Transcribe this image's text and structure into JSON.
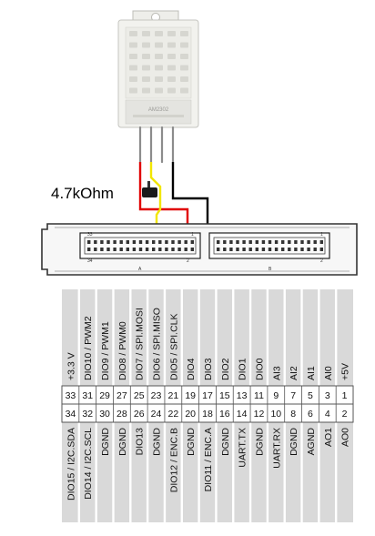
{
  "resistor_label": "4.7kOhm",
  "sensor_model_text": "AM2302",
  "connector": {
    "left_label": "A",
    "right_label": "B",
    "left_top_pin": "33",
    "left_bottom_pin": "34",
    "left_top_end": "1",
    "left_bottom_end": "2",
    "right_top_pin": "1",
    "right_bottom_pin": "2"
  },
  "pins": [
    {
      "odd": "33",
      "even": "34",
      "odd_label": "+3.3 V",
      "even_label": "DIO15 / I2C.SDA"
    },
    {
      "odd": "31",
      "even": "32",
      "odd_label": "DIO10 / PWM2",
      "even_label": "DIO14 / I2C.SCL"
    },
    {
      "odd": "29",
      "even": "30",
      "odd_label": "DIO9 / PWM1",
      "even_label": "DGND"
    },
    {
      "odd": "27",
      "even": "28",
      "odd_label": "DIO8 / PWM0",
      "even_label": "DGND"
    },
    {
      "odd": "25",
      "even": "26",
      "odd_label": "DIO7 / SPI.MOSI",
      "even_label": "DIO13"
    },
    {
      "odd": "23",
      "even": "24",
      "odd_label": "DIO6 / SPI.MISO",
      "even_label": "DGND"
    },
    {
      "odd": "21",
      "even": "22",
      "odd_label": "DIO5 / SPI.CLK",
      "even_label": "DIO12 / ENC.B"
    },
    {
      "odd": "19",
      "even": "20",
      "odd_label": "DIO4",
      "even_label": "DGND"
    },
    {
      "odd": "17",
      "even": "18",
      "odd_label": "DIO3",
      "even_label": "DIO11 / ENC.A"
    },
    {
      "odd": "15",
      "even": "16",
      "odd_label": "DIO2",
      "even_label": "DGND"
    },
    {
      "odd": "13",
      "even": "14",
      "odd_label": "DIO1",
      "even_label": "UART.TX"
    },
    {
      "odd": "11",
      "even": "12",
      "odd_label": "DIO0",
      "even_label": "DGND"
    },
    {
      "odd": "9",
      "even": "10",
      "odd_label": "AI3",
      "even_label": "UART.RX"
    },
    {
      "odd": "7",
      "even": "8",
      "odd_label": "AI2",
      "even_label": "DGND"
    },
    {
      "odd": "5",
      "even": "6",
      "odd_label": "AI1",
      "even_label": "AGND"
    },
    {
      "odd": "3",
      "even": "4",
      "odd_label": "AI0",
      "even_label": "AO1"
    },
    {
      "odd": "1",
      "even": "2",
      "odd_label": "+5V",
      "even_label": "AO0"
    }
  ],
  "colors": {
    "red_wire": "#e00000",
    "yellow_wire": "#f2e600",
    "black_wire": "#000000",
    "label_band": "#d9d9d9",
    "sensor_body": "#f2f2ee"
  }
}
